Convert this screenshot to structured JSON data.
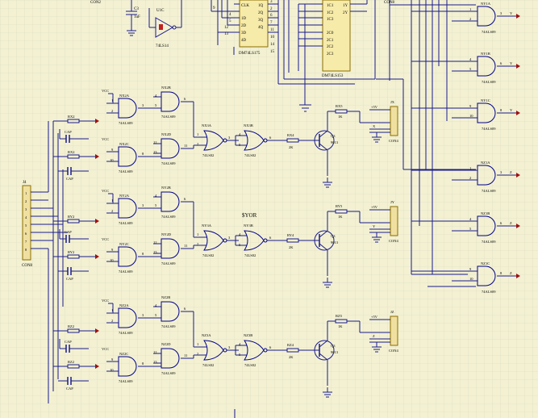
{
  "colors": {
    "background": "#f3f1d2",
    "grid": "#dcd9bf",
    "wire": "#1a1a8c",
    "gate": "#00008b",
    "text": "#000000",
    "red": "#a01010",
    "connector": "#f0e0a0",
    "connector_border": "#8a6d00"
  },
  "top": {
    "con2": "CON2",
    "c3": "C3",
    "c3_val": "1uF",
    "u1c": "U1C",
    "ic_74ls14": "74LS14",
    "clk": "CLK",
    "in_d1": "1D",
    "in_d2": "2D",
    "in_d3": "3D",
    "in_d4": "4D",
    "out_q1": "1Q",
    "out_q2": "2Q",
    "out_q3": "3Q",
    "out_q4": "4Q",
    "ic_74ls175": "DM74LS175",
    "mux_pins": [
      "1C1",
      "1C2",
      "1C3",
      "2C0",
      "2C1",
      "2C2",
      "2C3"
    ],
    "mux_out": [
      "1Y",
      "2Y"
    ],
    "ic_74ls153": "DM74LS153",
    "con8": "CON8",
    "pin_nums": [
      "9",
      "12",
      "13",
      "4",
      "5",
      "3",
      "2",
      "6",
      "7",
      "11",
      "10",
      "14",
      "15"
    ]
  },
  "left_connector": {
    "ref": "J4",
    "label": "CON8",
    "pins": [
      "1",
      "2",
      "3",
      "4",
      "5",
      "6",
      "7",
      "8"
    ]
  },
  "channels": [
    {
      "vcc": "VCC",
      "nand1": "NX2A",
      "nand1_pins": [
        "1",
        "2",
        "3"
      ],
      "nand1_type": "74ALS09",
      "r1": "RX2",
      "cap1": "CAP",
      "rx": "RX2",
      "nand2": "NX2C",
      "nand2_pins": [
        "9",
        "10",
        "8"
      ],
      "nand2_type": "74ALS09",
      "and1": "NX2B",
      "and1_pins": [
        "4",
        "5",
        "6"
      ],
      "and1_type": "74ALS09",
      "and2": "NX2D",
      "and2_pins": [
        "12",
        "13",
        "11"
      ],
      "and2_type": "74ALS09",
      "nor1": "NX3A",
      "nor1_pins": [
        "3",
        "1",
        "2"
      ],
      "nor1_type": "74LS02",
      "nor2": "NX3B",
      "nor2_pins": [
        "4",
        "5",
        "6"
      ],
      "nor2_type": "74LS02",
      "rb": "RX4",
      "rb_val": "2K",
      "q": "Q3",
      "q_type": "9013",
      "rc": "RX5",
      "rc_val": "1K",
      "out": "JX",
      "con": "CON4",
      "sig": "X",
      "vcc_out": "+5V"
    },
    {
      "vcc": "VCC",
      "nand1": "NY2A",
      "nand1_pins": [
        "1",
        "2",
        "3"
      ],
      "nand1_type": "74ALS09",
      "r1": "RY2",
      "cap1": "CAP",
      "rx": "RY2",
      "nand2": "NY2C",
      "nand2_pins": [
        "9",
        "10",
        "8"
      ],
      "nand2_type": "74ALS09",
      "and1": "NY2B",
      "and1_pins": [
        "4",
        "5",
        "6"
      ],
      "and1_type": "74ALS09",
      "and2": "NY2D",
      "and2_pins": [
        "12",
        "13",
        "11"
      ],
      "and2_type": "74ALS09",
      "nor1": "NY3A",
      "nor1_pins": [
        "3",
        "1",
        "2"
      ],
      "nor1_type": "74LS02",
      "nor2": "NY3B",
      "nor2_pins": [
        "4",
        "5",
        "6"
      ],
      "nor2_type": "74LS02",
      "rb": "RY4",
      "rb_val": "2K",
      "q": "Q3",
      "q_type": "9013",
      "rc": "RY5",
      "rc_val": "1K",
      "out": "JY",
      "con": "CON4",
      "sig": "Y",
      "vcc_out": "+5V"
    },
    {
      "vcc": "VCC",
      "nand1": "NZ2A",
      "nand1_pins": [
        "1",
        "2",
        "3"
      ],
      "nand1_type": "74ALS09",
      "r1": "RZ2",
      "cap1": "CAP",
      "rx": "RZ2",
      "nand2": "NZ2C",
      "nand2_pins": [
        "9",
        "10",
        "8"
      ],
      "nand2_type": "74ALS09",
      "and1": "NZ2B",
      "and1_pins": [
        "4",
        "5",
        "6"
      ],
      "and1_type": "74ALS09",
      "and2": "NZ2D",
      "and2_pins": [
        "12",
        "13",
        "11"
      ],
      "and2_type": "74ALS09",
      "nor1": "NZ3A",
      "nor1_pins": [
        "3",
        "1",
        "2"
      ],
      "nor1_type": "74LS02",
      "nor2": "NZ3B",
      "nor2_pins": [
        "4",
        "5",
        "6"
      ],
      "nor2_type": "74LS02",
      "rb": "RZ4",
      "rb_val": "2K",
      "q": "Q3",
      "q_type": "9013",
      "rc": "RZ5",
      "rc_val": "1K",
      "out": "JZ",
      "con": "CON4",
      "sig": "Z",
      "vcc_out": "+5V"
    }
  ],
  "right_gates": [
    {
      "ref": "NY1A",
      "pins": [
        "1",
        "2",
        "3"
      ],
      "type": "74ALS09",
      "label": "Y"
    },
    {
      "ref": "NY1B",
      "pins": [
        "4",
        "5",
        "6"
      ],
      "type": "74ALS09",
      "label": "Y"
    },
    {
      "ref": "NY1C",
      "pins": [
        "9",
        "10",
        "8"
      ],
      "type": "74ALS09",
      "label": "Y"
    },
    {
      "ref": "NZ1A",
      "pins": [
        "1",
        "2",
        "3"
      ],
      "type": "74ALS09",
      "label": "Z"
    },
    {
      "ref": "NZ1B",
      "pins": [
        "4",
        "5",
        "6"
      ],
      "type": "74ALS09",
      "label": "Z"
    },
    {
      "ref": "NZ1C",
      "pins": [
        "9",
        "10",
        "8"
      ],
      "type": "74ALS09",
      "label": "Z"
    }
  ],
  "annotation": "$YOR"
}
